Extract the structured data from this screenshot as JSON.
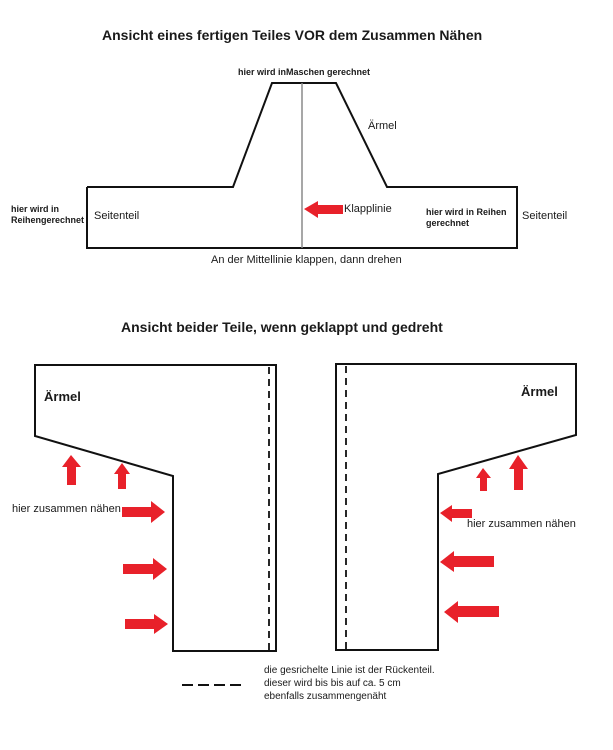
{
  "colors": {
    "line": "#111111",
    "fold_line": "#8a8a8a",
    "arrow": "#e8212a"
  },
  "section1": {
    "title": "Ansicht eines fertigen Teiles VOR dem Zusammen Nähen",
    "top_note": "hier wird inMaschen gerechnet",
    "sleeve_label": "Ärmel",
    "left_note_line1": "hier wird in",
    "left_note_line2": "Reihengerechnet",
    "left_side_label": "Seitenteil",
    "fold_label": "Klapplinie",
    "right_note_line1": "hier wird in Reihen",
    "right_note_line2": "gerechnet",
    "right_side_label": "Seitenteil",
    "bottom_caption": "An der Mittellinie klappen, dann drehen"
  },
  "section2": {
    "title": "Ansicht beider Teile, wenn geklappt und gedreht",
    "left_piece": {
      "sleeve_label": "Ärmel",
      "sew_label": "hier zusammen nähen"
    },
    "right_piece": {
      "sleeve_label": "Ärmel",
      "sew_label": "hier zusammen nähen"
    },
    "legend": {
      "line1": "die gesrichelte Linie ist der Rückenteil.",
      "line2": "dieser wird bis bis auf ca. 5 cm",
      "line3": "ebenfalls zusammengenäht"
    }
  }
}
